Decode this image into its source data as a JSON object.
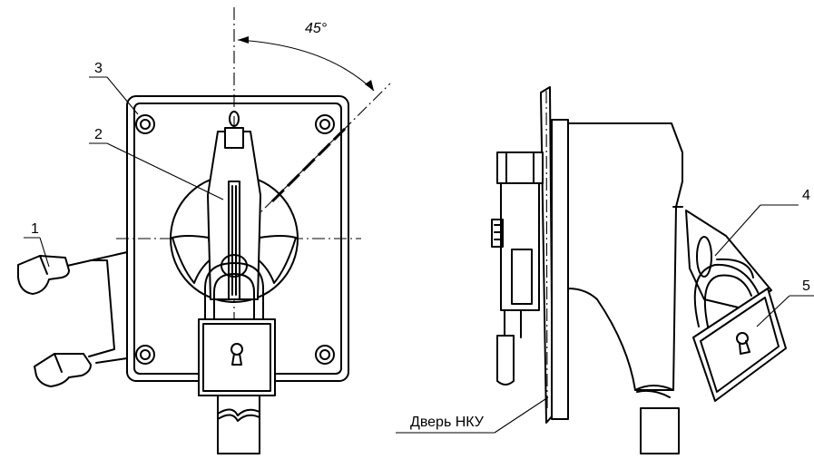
{
  "labels": {
    "l1": "1",
    "l2": "2",
    "l3": "3",
    "l4": "4",
    "l5": "5",
    "angle": "45°",
    "door": "Дверь НКУ"
  }
}
